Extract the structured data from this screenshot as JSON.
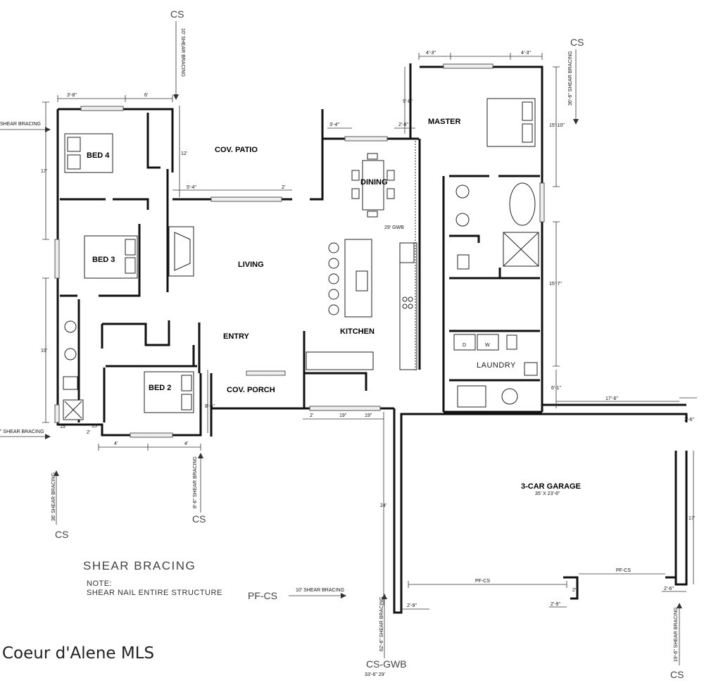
{
  "rooms": {
    "bed4": "BED 4",
    "cov_patio": "COV. PATIO",
    "dining": "DINING",
    "master": "MASTER",
    "bed3": "BED 3",
    "living": "LIVING",
    "kitchen": "KITCHEN",
    "entry": "ENTRY",
    "bed2": "BED 2",
    "cov_porch": "COV. PORCH",
    "laundry": "LAUNDRY",
    "garage": "3-CAR GARAGE",
    "garage_size": "35' X 23'-6\""
  },
  "notes": {
    "shear_title": "SHEAR BRACING",
    "note_label": "NOTE:",
    "note_text": "SHEAR NAIL ENTIRE STRUCTURE",
    "pf_cs": "PF-CS",
    "ten_shear": "10' SHEAR BRACING",
    "cs_gwb": "CS-GWB",
    "gwb_29": "29' GWB"
  },
  "bracing": {
    "cs_top": "CS",
    "ten_top": "10' SHEAR BRACING",
    "cs_top_right": "CS",
    "top_right_len": "36'-6\" SHEAR BRACING",
    "left_top": "SHEAR BRACING",
    "left_bottom": "\" SHEAR BRACING",
    "bottom_left_len": "36' SHEAR BRACING",
    "cs_bottom_left": "CS",
    "mid_len": "8'-6\" SHEAR BRACING",
    "cs_mid": "CS",
    "bottom_mid_len": "62'-6\" SHEAR BRACING",
    "bottom_right_len": "19'-6\" SHEAR BRACING",
    "cs_bottom_right": "CS",
    "bottom_mid_dims": "33'-6\"   29'"
  },
  "dims": {
    "d1": "3'-8\"",
    "d2": "6'",
    "d3": "4'-3\"",
    "d4": "4'-3\"",
    "d5": "9'-8\"",
    "d6": "3'-4\"",
    "d7": "2'-8\"",
    "d8": "17'",
    "d9": "12'",
    "d10": "5'-4\"",
    "d11": "2'",
    "d12": "15'-10\"",
    "d13": "19'",
    "d14": "15'-7\"",
    "d15": "6'-1\"",
    "d16": "15'",
    "d17": "15'",
    "d18": "2'",
    "d19": "4'",
    "d20": "4'",
    "d21": "8'-6\"",
    "d22": "2'",
    "d23": "19\"",
    "d24": "19\"",
    "d25": "17'-6\"",
    "d26": "2'-6\"",
    "d27": "24'",
    "d28": "17'",
    "d29": "PF-CS",
    "d30": "PF-CS",
    "d31": "2'",
    "d32": "2'-9\"",
    "d33": "2'-9\"",
    "d34": "2'-6\""
  },
  "fixtures": {
    "dryer": "D",
    "washer": "W"
  },
  "watermark": "Coeur d'Alene MLS"
}
